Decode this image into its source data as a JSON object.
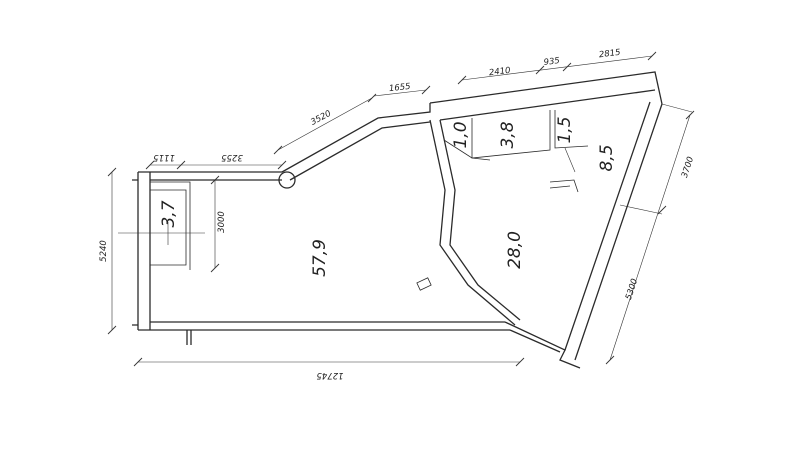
{
  "areas": {
    "living": "57,9",
    "kitchen": "28,0",
    "room_right": "8,5",
    "room_left": "3,7",
    "closet_small": "1,0",
    "bath": "3,8",
    "wc": "1,5"
  },
  "dimensions": {
    "total_width": "12745",
    "left_height": "5240",
    "left_top": "1115",
    "left_top_wide": "3255",
    "closet_depth": "3000",
    "diag_wall": "3520",
    "diag_short": "1655",
    "top_a": "2410",
    "top_b": "935",
    "top_c": "2815",
    "right_upper": "3700",
    "right_lower": "5300"
  }
}
